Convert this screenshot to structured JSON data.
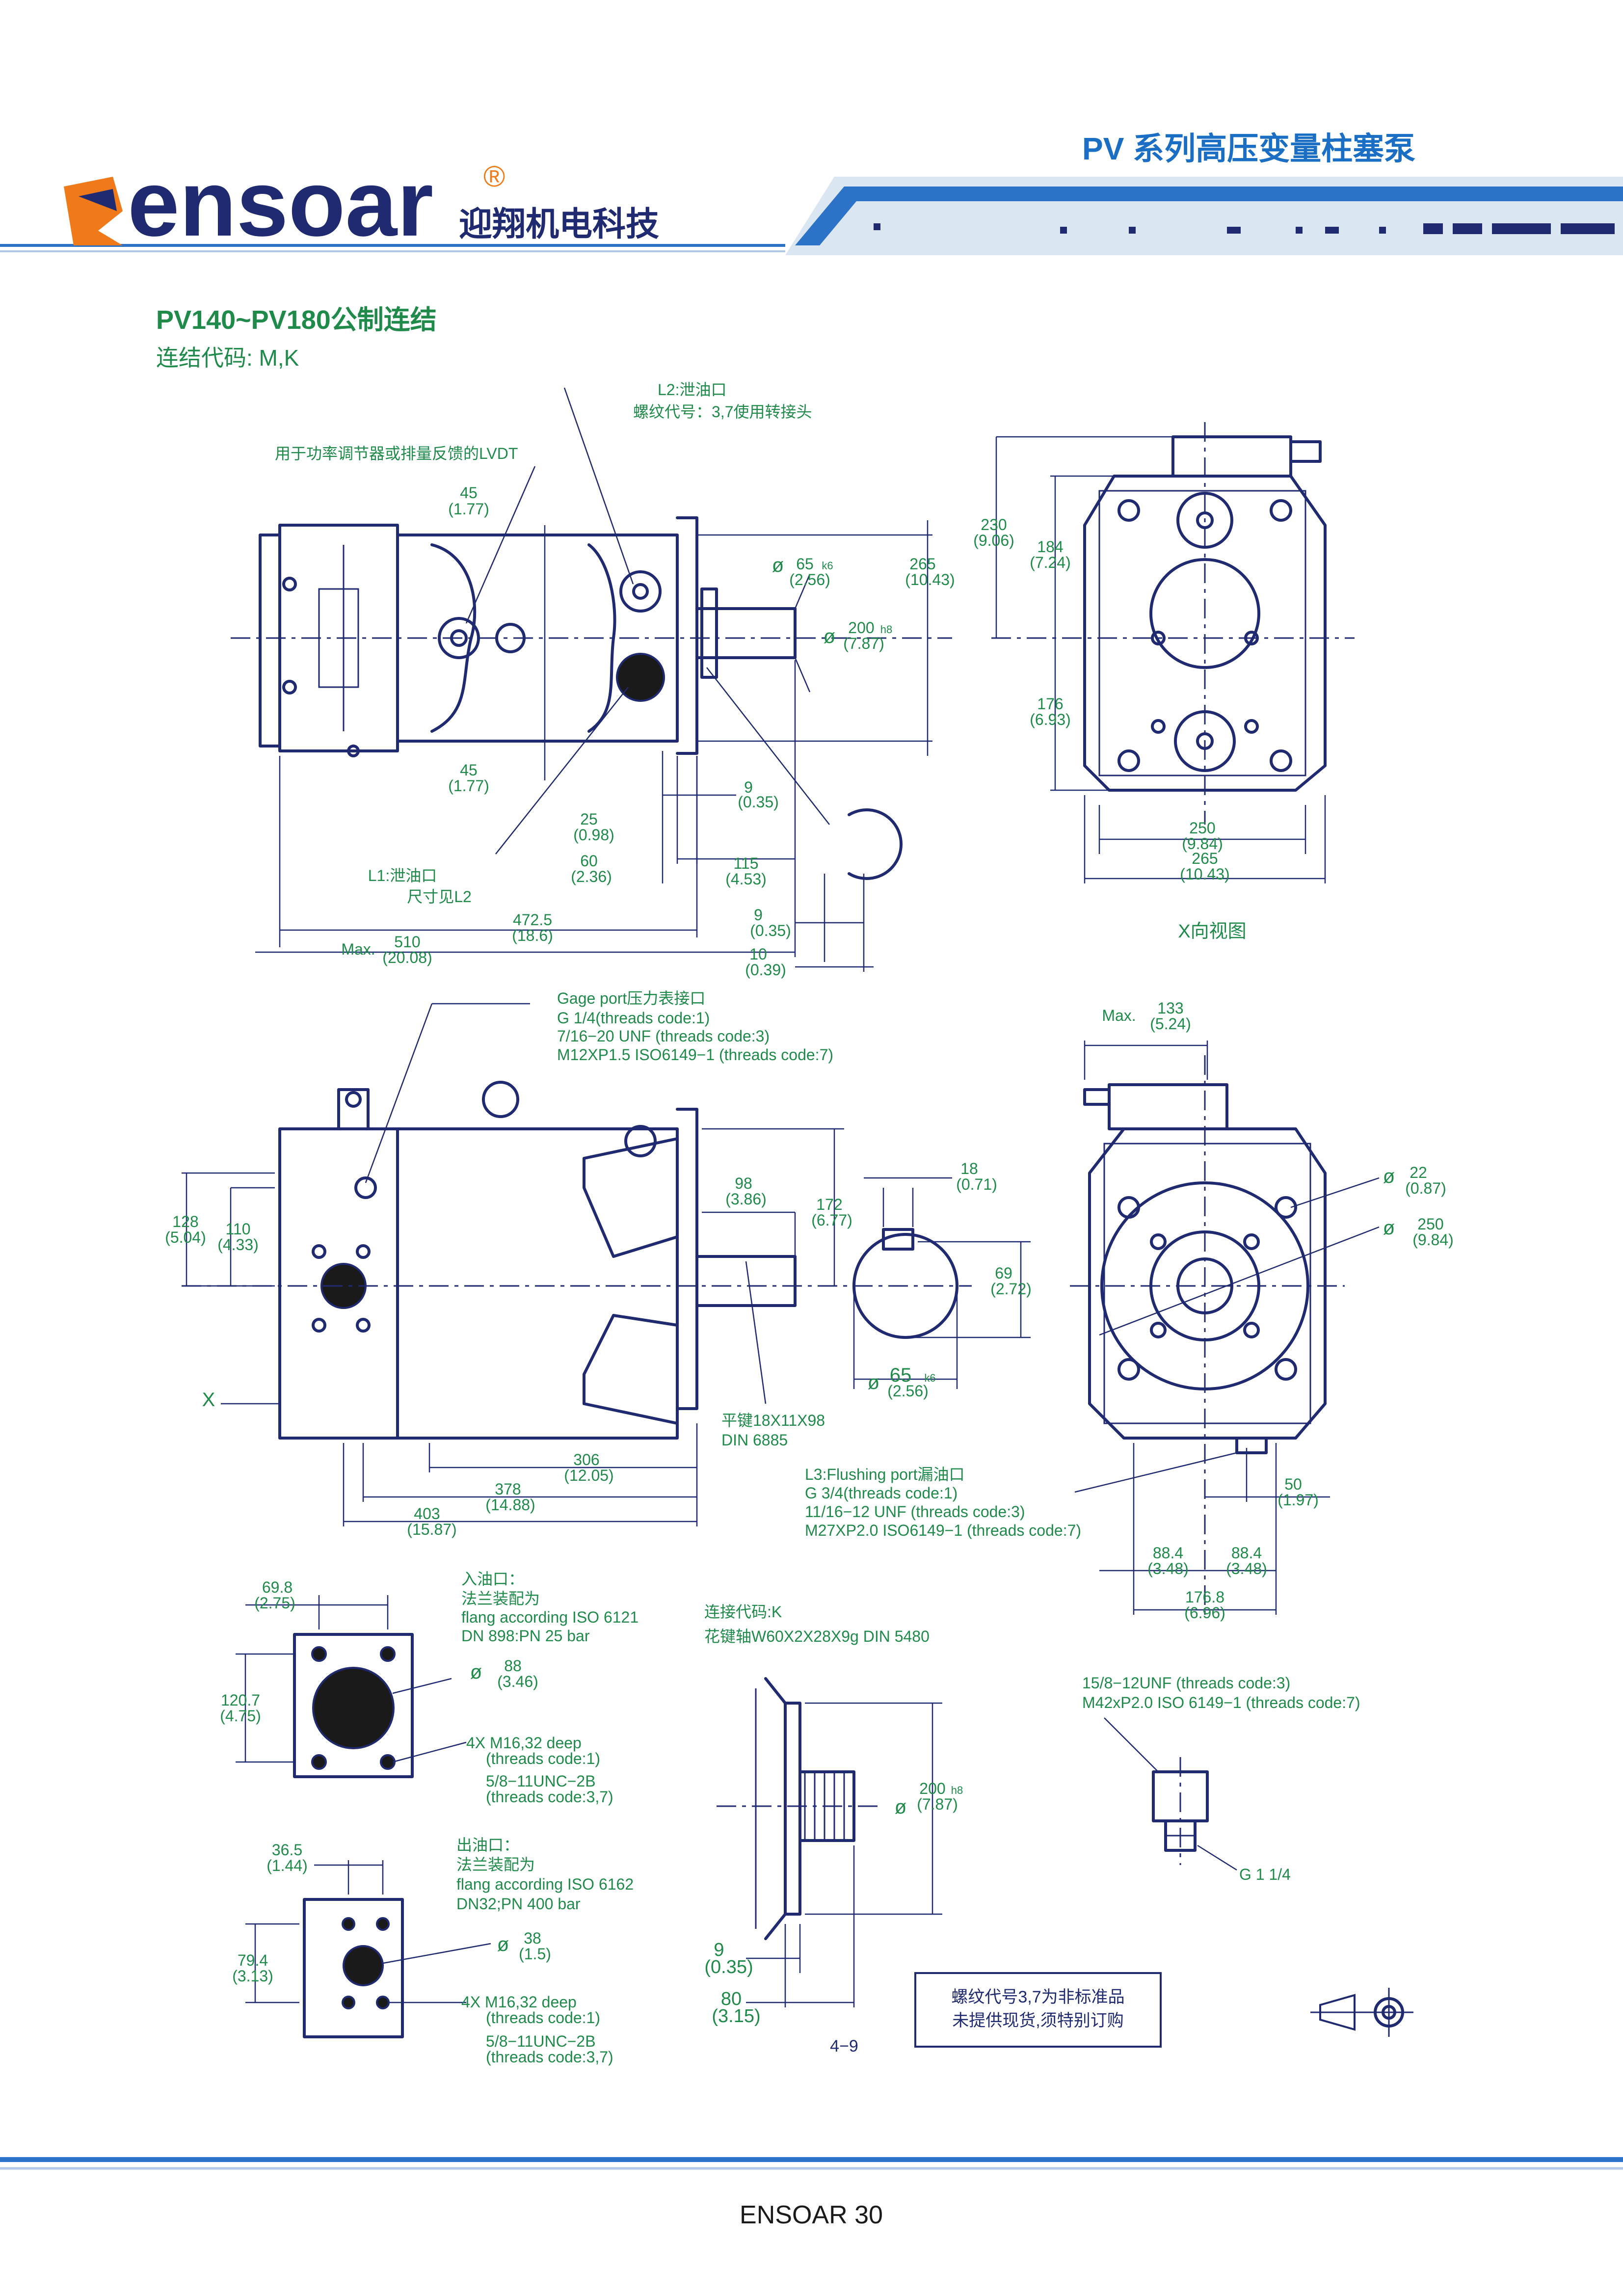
{
  "header": {
    "brand": "ensoar",
    "registered": "®",
    "company_cn": "迎翔机电科技",
    "series_title": "PV 系列高压变量柱塞泵"
  },
  "section": {
    "title": "PV140~PV180公制连结",
    "code_line": "连结代码: M,K"
  },
  "view1": {
    "l2_title": "L2:泄油口",
    "l2_sub": "螺纹代号：3,7使用转接头",
    "lvdt": "用于功率调节器或排量反馈的LVDT",
    "d45a": "45",
    "d45a_in": "(1.77)",
    "d45b": "45",
    "d45b_in": "(1.77)",
    "d65": "65",
    "d65_tol": "k6",
    "d65_in": "(2.56)",
    "d200": "200",
    "d200_tol": "h8",
    "d200_in": "(7.87)",
    "d265": "265",
    "d265_in": "(10.43)",
    "d9a": "9",
    "d9a_in": "(0.35)",
    "d25": "25",
    "d25_in": "(0.98)",
    "d60": "60",
    "d60_in": "(2.36)",
    "d115": "115",
    "d115_in": "(4.53)",
    "l1_title": "L1:泄油口",
    "l1_sub": "尺寸见L2",
    "d472": "472.5",
    "d472_in": "(18.6)",
    "d510": "510",
    "d510_in": "(20.08)",
    "max": "Max.",
    "d9b": "9",
    "d9b_in": "(0.35)",
    "d10": "10",
    "d10_in": "(0.39)",
    "dia_sym": "ø"
  },
  "xview": {
    "d230": "230",
    "d230_in": "(9.06)",
    "d184": "184",
    "d184_in": "(7.24)",
    "d176": "176",
    "d176_in": "(6.93)",
    "d250": "250",
    "d250_in": "(9.84)",
    "d265": "265",
    "d265_in": "(10.43)",
    "caption": "X向视图"
  },
  "view2": {
    "gage_title": "Gage port压力表接口",
    "gage_1": "G 1/4(threads code:1)",
    "gage_2": "7/16−20 UNF (threads code:3)",
    "gage_3": "M12XP1.5 ISO6149−1 (threads code:7)",
    "d128": "128",
    "d128_in": "(5.04)",
    "d110": "110",
    "d110_in": "(4.33)",
    "d98": "98",
    "d98_in": "(3.86)",
    "d172": "172",
    "d172_in": "(6.77)",
    "d18": "18",
    "d18_in": "(0.71)",
    "d69": "69",
    "d69_in": "(2.72)",
    "d65": "65",
    "d65_tol": "k6",
    "d65_in": "(2.56)",
    "x_label": "X",
    "key_1": "平键18X11X98",
    "key_2": "DIN 6885",
    "d306": "306",
    "d306_in": "(12.05)",
    "d378": "378",
    "d378_in": "(14.88)",
    "d403": "403",
    "d403_in": "(15.87)"
  },
  "view3": {
    "max": "Max.",
    "d133": "133",
    "d133_in": "(5.24)",
    "d22": "22",
    "d22_in": "(0.87)",
    "d250": "250",
    "d250_in": "(9.84)",
    "l3_title": "L3:Flushing port漏油口",
    "l3_1": "G 3/4(threads code:1)",
    "l3_2": "11/16−12 UNF (threads code:3)",
    "l3_3": "M27XP2.0 ISO6149−1 (threads code:7)",
    "d50": "50",
    "d50_in": "(1.97)",
    "d88a": "88.4",
    "d88a_in": "(3.48)",
    "d88b": "88.4",
    "d88b_in": "(3.48)",
    "d176": "176.8",
    "d176_in": "(6.96)"
  },
  "inlet": {
    "d69": "69.8",
    "d69_in": "(2.75)",
    "d120": "120.7",
    "d120_in": "(4.75)",
    "title": "入油口：",
    "t1": "法兰装配为",
    "t2": "flang according ISO 6121",
    "t3": "DN 898:PN 25 bar",
    "d88": "88",
    "d88_in": "(3.46)",
    "b1": "4X M16,32 deep",
    "b2": "(threads code:1)",
    "b3": "5/8−11UNC−2B",
    "b4": "(threads code:3,7)"
  },
  "spline": {
    "code": "连接代码:K",
    "desc": "花键轴W60X2X28X9g DIN 5480",
    "d200": "200",
    "d200_tol": "h8",
    "d200_in": "(7.87)",
    "d9": "9",
    "d9_in": "(0.35)",
    "d80": "80",
    "d80_in": "(3.15)"
  },
  "fitting": {
    "t1": "15/8−12UNF    (threads code:3)",
    "t2": "M42xP2.0  ISO 6149−1 (threads code:7)",
    "g": "G 1 1/4"
  },
  "outlet": {
    "d36": "36.5",
    "d36_in": "(1.44)",
    "d79": "79.4",
    "d79_in": "(3.13)",
    "title": "出油口：",
    "t1": "法兰装配为",
    "t2": "flang according ISO 6162",
    "t3": "DN32;PN 400 bar",
    "d38": "38",
    "d38_in": "(1.5)",
    "b1": "4X M16,32 deep",
    "b2": "(threads code:1)",
    "b3": "5/8−11UNC−2B",
    "b4": "(threads code:3,7)"
  },
  "notice": {
    "l1": "螺纹代号3,7为非标准品",
    "l2": "未提供现货,须特别订购"
  },
  "page_no": "4−9",
  "footer": "ENSOAR 30",
  "colors": {
    "accent": "#1a6fc4",
    "drawing": "#1f2a70",
    "dim": "#1f8a4a",
    "logo_orange": "#f07a1a"
  }
}
